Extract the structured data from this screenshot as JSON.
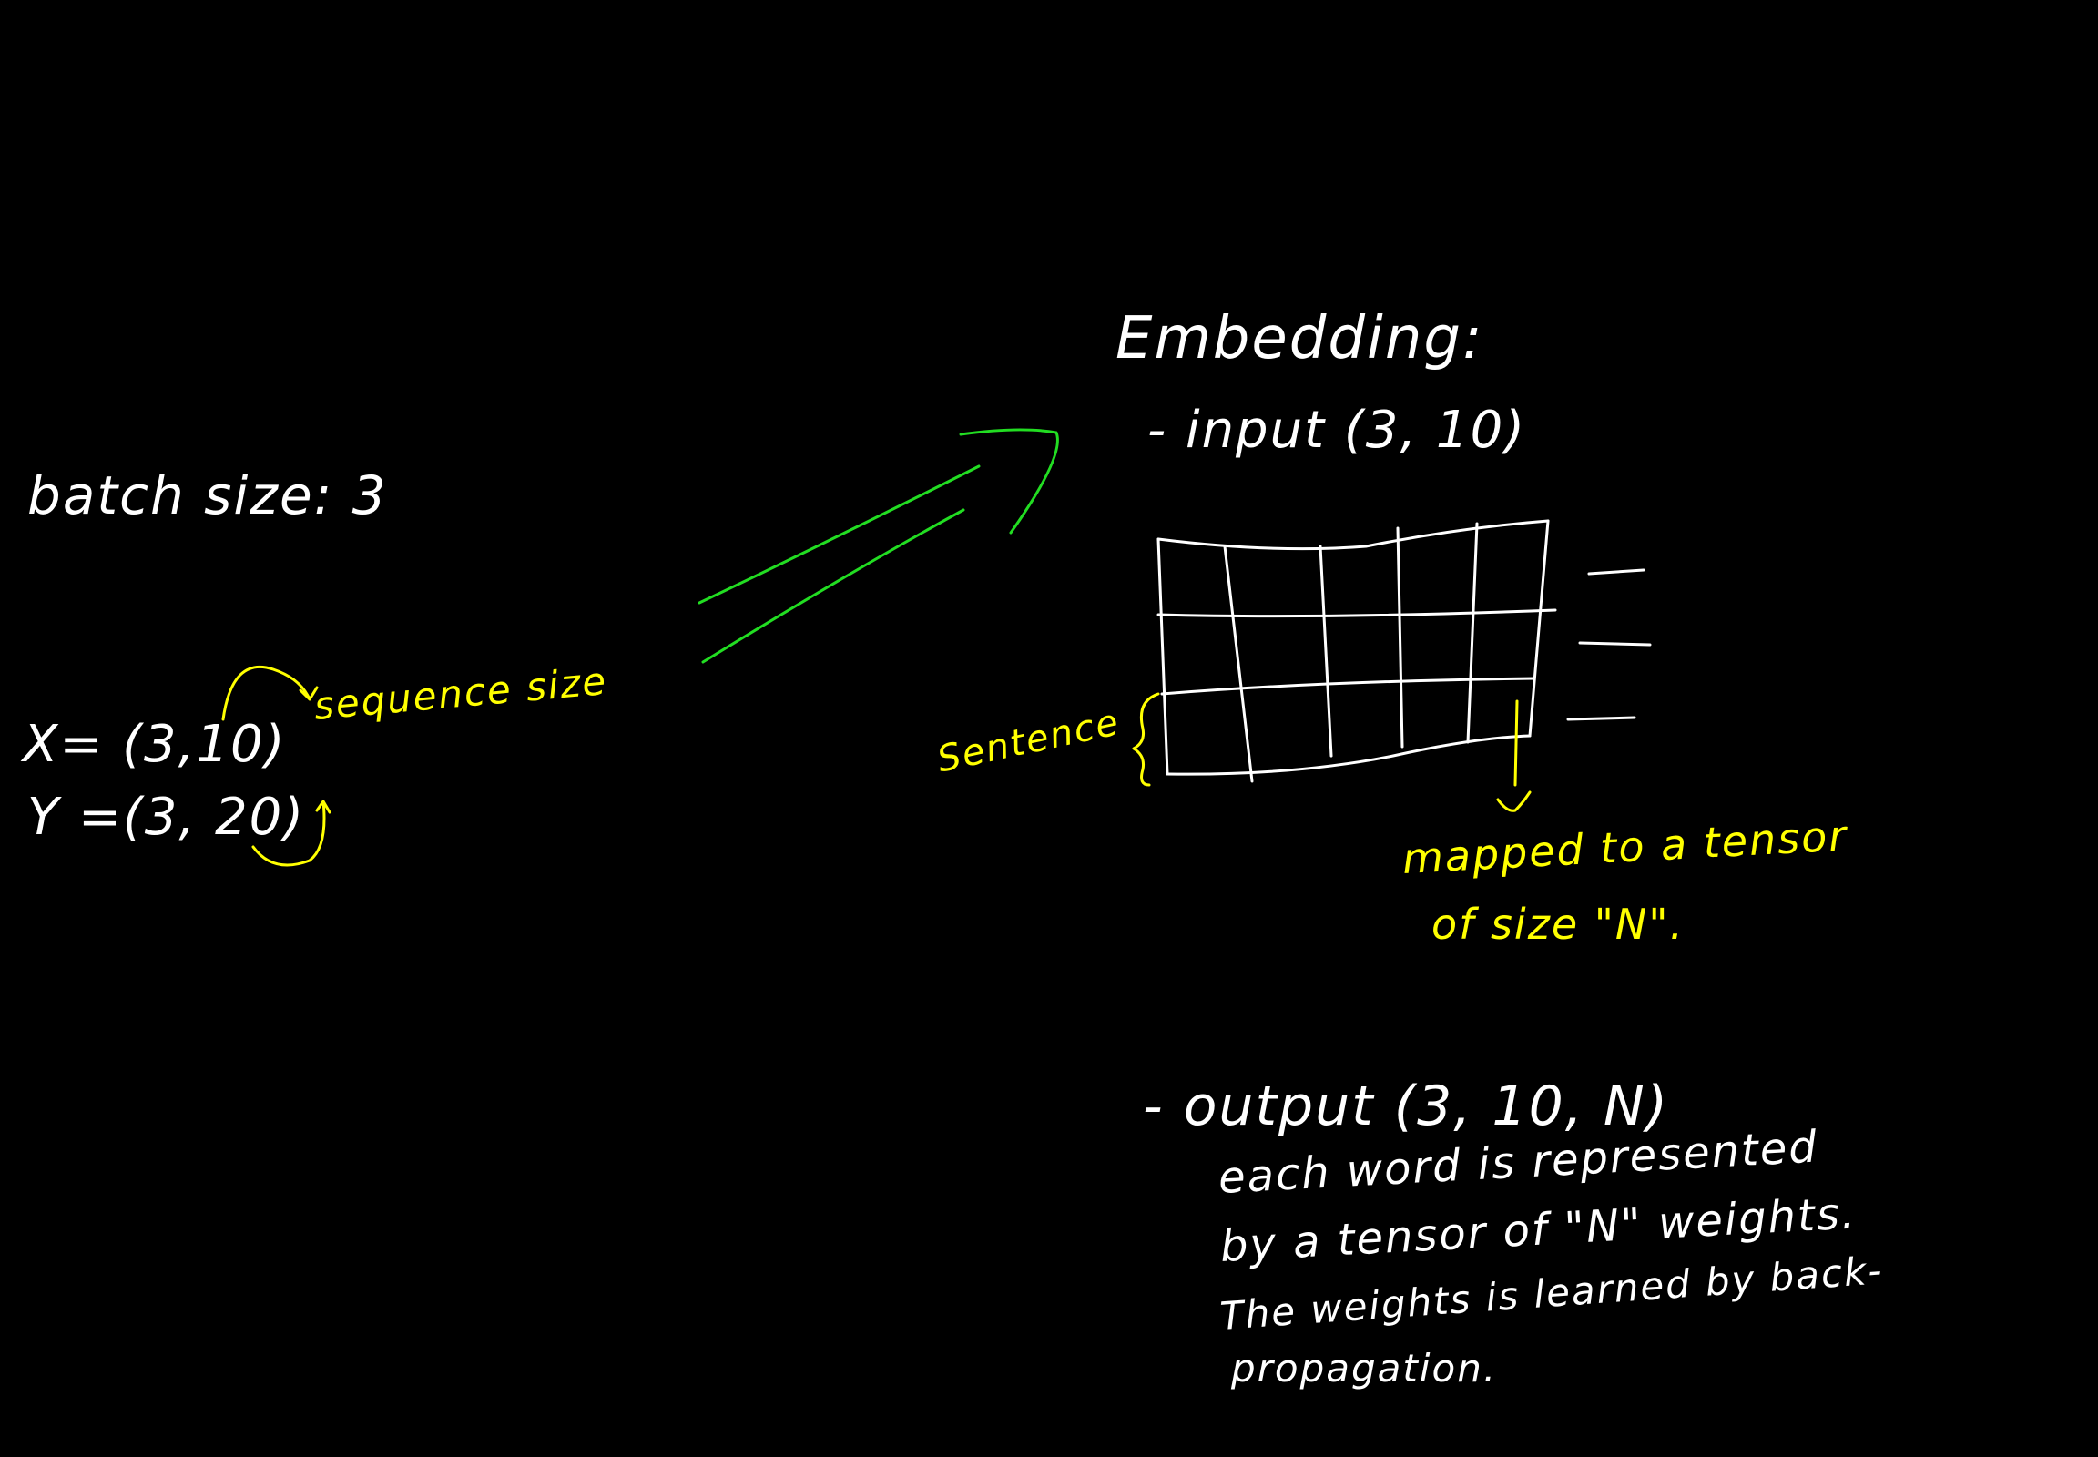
{
  "colors": {
    "background": "#000000",
    "ink_white": "#ffffff",
    "ink_yellow": "#ffff00",
    "ink_green": "#22dd22"
  },
  "left": {
    "batch_size": "batch size: 3",
    "x_shape": "X= (3,10)",
    "y_shape": "Y =(3, 20)",
    "sequence_size_note": "sequence size"
  },
  "embedding": {
    "title": "Embedding:",
    "input": "- input (3, 10)",
    "sentence_label": "Sentence",
    "mapped_note_line1": "mapped to a tensor",
    "mapped_note_line2": "of size \"N\".",
    "output": "- output (3, 10, N)",
    "desc_line1": "each  word  is  represented",
    "desc_line2": "by a tensor of \"N\" weights.",
    "desc_line3": "The weights  is  learned  by back-",
    "desc_line4": "propagation."
  },
  "grid": {
    "rows": 3,
    "cols": 5
  }
}
